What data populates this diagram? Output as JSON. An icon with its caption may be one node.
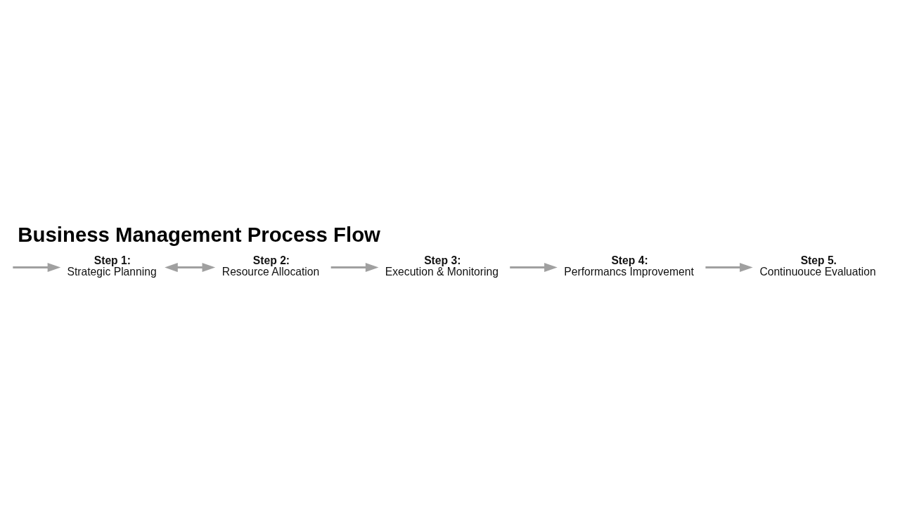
{
  "diagram": {
    "title": "Business Management Process Flow",
    "nodes": [
      {
        "text": [
          "Step 1:",
          "Strategic Planning"
        ]
      },
      {
        "text": [
          "Step 2:",
          "Resource Allocation"
        ]
      },
      {
        "text": [
          "Step 3:",
          "Execution & Monitoring"
        ]
      },
      {
        "text": [
          "Step 4:",
          "Performancs Improvement"
        ]
      },
      {
        "text": [
          "Step 5.",
          "Continuouce Evaluation"
        ]
      }
    ],
    "edges": [
      {
        "from": null,
        "to": 0,
        "arrow": "to"
      },
      {
        "from": 0,
        "to": 1,
        "arrow": "both"
      },
      {
        "from": 1,
        "to": 2,
        "arrow": "to"
      },
      {
        "from": 2,
        "to": 3,
        "arrow": "to"
      },
      {
        "from": 3,
        "to": 4,
        "arrow": "to"
      }
    ]
  }
}
